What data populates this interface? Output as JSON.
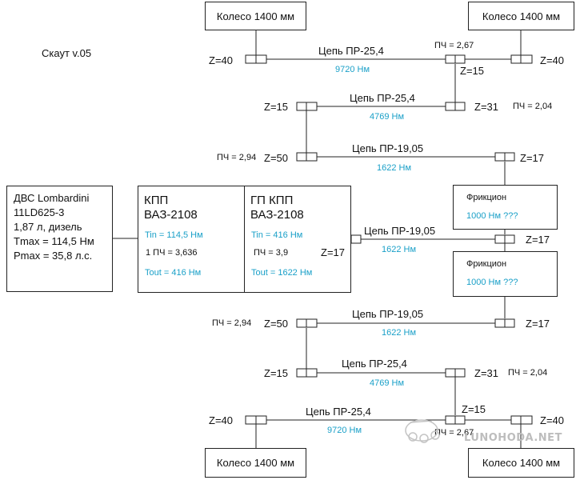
{
  "title": "Скаут v.05",
  "wheel": "Колесо 1400 мм",
  "engine": [
    "ДВС Lombardini",
    "11LD625-3",
    "1,87 л, дизель",
    "Tmax = 114,5 Нм",
    "Pmax = 35,8 л.с."
  ],
  "kpp": {
    "title1": "КПП",
    "title2": "ВАЗ-2108",
    "tin": "Tin = 114,5 Нм",
    "pch": "1 ПЧ = 3,636",
    "tout": "Tout = 416 Нм"
  },
  "gp": {
    "title1": "ГП КПП",
    "title2": "ВАЗ-2108",
    "tin": "Tin = 416 Нм",
    "pch": "ПЧ = 3,9",
    "tout": "Tout = 1622 Нм"
  },
  "friction": {
    "label": "Фрикцион",
    "torque": "1000 Нм ???"
  },
  "chains": {
    "c254": "Цепь ПР-25,4",
    "c1905": "Цепь ПР-19,05",
    "t9720": "9720 Нм",
    "t4769": "4769 Нм",
    "t1622": "1622 Нм"
  },
  "z": {
    "z40": "Z=40",
    "z15": "Z=15",
    "z31": "Z=31",
    "z50": "Z=50",
    "z17": "Z=17"
  },
  "ratios": {
    "r267": "ПЧ = 2,67",
    "r204": "ПЧ = 2,04",
    "r294": "ПЧ = 2,94"
  },
  "watermark": "LUNOHODA.NET",
  "colors": {
    "torque": "#1aa0c8",
    "line": "#222222"
  }
}
